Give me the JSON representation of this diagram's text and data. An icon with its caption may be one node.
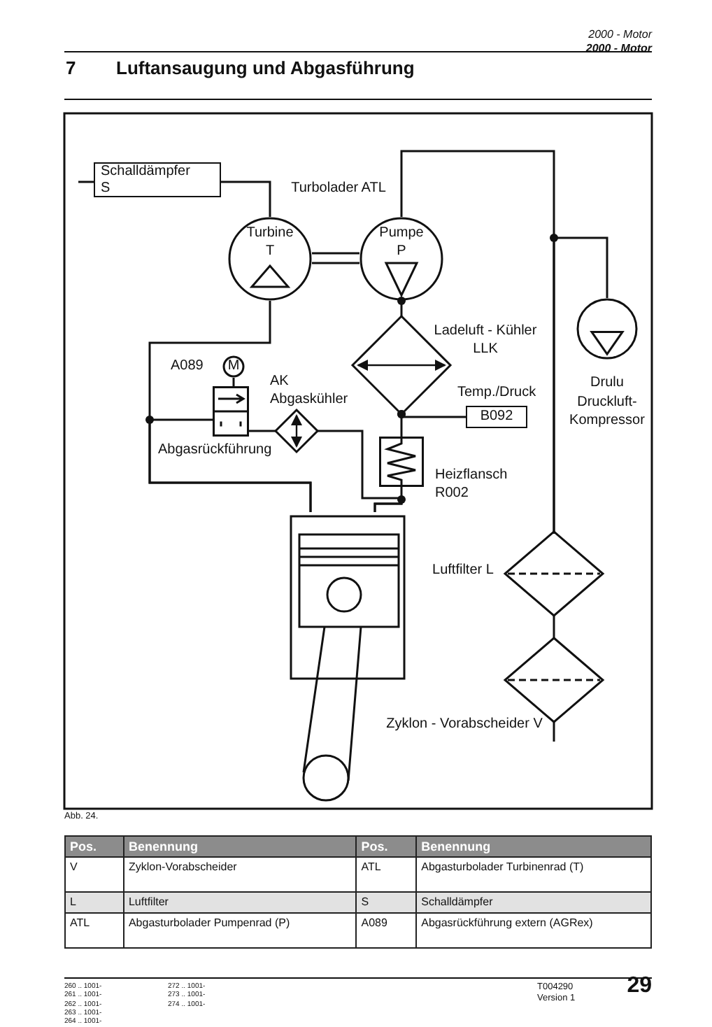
{
  "diagram": {
    "title": "Luftansaugung und Abgasführung",
    "nodes": [
      {
        "text": [
          "Schalldämpfer S"
        ]
      },
      {
        "text": [
          "Turbine T"
        ]
      },
      {
        "text": [
          "Pumpe P"
        ]
      },
      {
        "text": [
          "Ladeluft - Kühler LLK"
        ]
      },
      {
        "text": [
          "Temp./Druck",
          "B092"
        ]
      },
      {
        "text": [
          "Heizflansch R002"
        ]
      },
      {
        "text": [],
        "shape": "picture"
      },
      {
        "text": [
          "AK Abgaskühler"
        ]
      },
      {
        "text": [
          "Abgasrückführung"
        ]
      },
      {
        "text": [
          "M"
        ],
        "beside": [
          "A089"
        ]
      },
      {
        "text": [
          "Drulu",
          "Druckluft-Kompressor"
        ]
      },
      {
        "text": [
          "Luftfilter L"
        ]
      },
      {
        "text": [
          "Zyklon - Vorabscheider V"
        ]
      }
    ],
    "edges": [
      {
        "from": 0,
        "to": null,
        "arrow": "none"
      },
      {
        "from": 1,
        "to": 0,
        "arrow": "none"
      },
      {
        "from": 1,
        "to": 2,
        "arrow": "none"
      },
      {
        "from": 6,
        "to": 1,
        "arrow": "none"
      },
      {
        "from": 6,
        "to": 8,
        "arrow": "none"
      },
      {
        "from": 9,
        "to": 8,
        "arrow": "none"
      },
      {
        "from": 8,
        "to": 7,
        "arrow": "none"
      },
      {
        "from": 7,
        "to": 6,
        "arrow": "none"
      },
      {
        "from": 5,
        "to": 6,
        "arrow": "none"
      },
      {
        "from": 3,
        "to": 5,
        "arrow": "other"
      },
      {
        "from": 3,
        "to": 4,
        "arrow": "other"
      },
      {
        "from": 2,
        "to": 3,
        "arrow": "other"
      },
      {
        "from": 11,
        "to": 2,
        "arrow": "none"
      },
      {
        "from": 11,
        "to": 10,
        "arrow": "none"
      },
      {
        "from": 12,
        "to": 11,
        "arrow": "none"
      },
      {
        "from": 12,
        "to": null,
        "arrow": "none"
      }
    ],
    "labels": [
      "2000 - Motor",
      "2000 - Motor",
      "7",
      "Turbolader ATL",
      "Abb. 24.",
      "Pos.",
      "Benennung",
      "Pos.",
      "Benennung",
      "V",
      "Zyklon-Vorabscheider",
      "ATL",
      "Abgasturbolader Turbinenrad (T)",
      "L",
      "Luftfilter",
      "S",
      "Schalldämpfer",
      "ATL",
      "Abgasturbolader Pumpenrad (P)",
      "A089",
      "Abgasrückführung extern (AGRex)",
      "260 .. 1001-",
      "261 .. 1001-",
      "262 .. 1001-",
      "263 .. 1001-",
      "264 .. 1001-",
      "272 .. 1001-",
      "273 .. 1001-",
      "274 .. 1001-",
      "T004290",
      "Version 1",
      "29"
    ]
  }
}
